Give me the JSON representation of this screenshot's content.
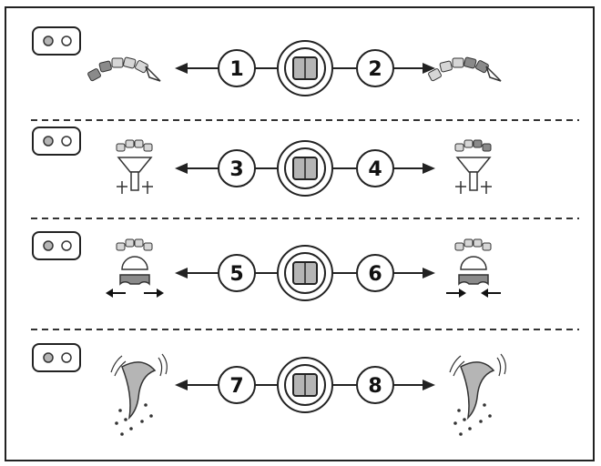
{
  "diagram": {
    "frame_color": "#222222",
    "panel_fill": "#b5b5b5",
    "panel_fill_light": "#d6d6d6",
    "rows": [
      {
        "joystick_icon": "joystick-icon",
        "selector_icon": "two-button-selector-icon",
        "left": {
          "number": "1",
          "icon": "boom-segment-curve-icon"
        },
        "right": {
          "number": "2",
          "icon": "boom-segment-curve-icon"
        }
      },
      {
        "joystick_icon": "joystick-icon",
        "selector_icon": "two-button-selector-icon",
        "left": {
          "number": "3",
          "icon": "stand-hydraulic-icon"
        },
        "right": {
          "number": "4",
          "icon": "stand-hydraulic-icon"
        }
      },
      {
        "joystick_icon": "joystick-icon",
        "selector_icon": "two-button-selector-icon",
        "left": {
          "number": "5",
          "icon": "clamp-open-icon"
        },
        "right": {
          "number": "6",
          "icon": "clamp-close-icon"
        }
      },
      {
        "joystick_icon": "joystick-icon",
        "selector_icon": "two-button-selector-icon",
        "left": {
          "number": "7",
          "icon": "spray-nozzle-icon"
        },
        "right": {
          "number": "8",
          "icon": "spray-nozzle-icon"
        }
      }
    ]
  }
}
